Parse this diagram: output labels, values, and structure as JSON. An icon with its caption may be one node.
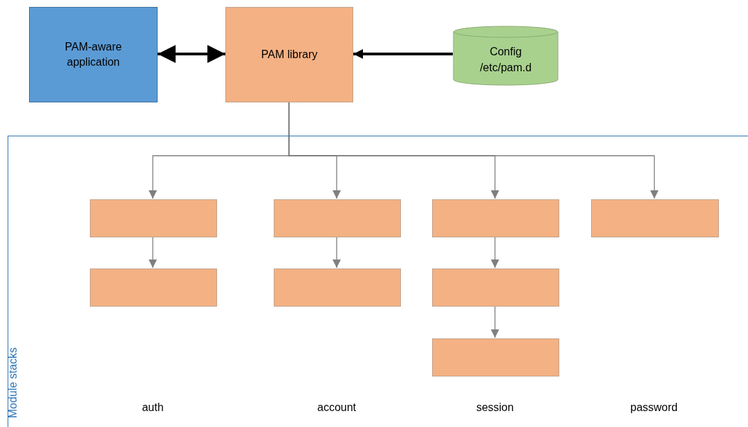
{
  "diagram": {
    "nodes": [
      {
        "text": [
          "PAM-aware application"
        ]
      },
      {
        "text": [
          "PAM library"
        ]
      },
      {
        "text": [
          "Config /etc/pam.d"
        ]
      },
      {
        "text": [
          "Module stacks"
        ]
      },
      {
        "text": [],
        "shape": "box",
        "in": 3
      },
      {
        "text": [],
        "shape": "box",
        "in": 3
      },
      {
        "text": [],
        "shape": "box",
        "in": 3
      },
      {
        "text": [],
        "shape": "box",
        "in": 3
      },
      {
        "text": [],
        "shape": "box",
        "in": 3
      },
      {
        "text": [],
        "shape": "box",
        "in": 3
      },
      {
        "text": [],
        "shape": "box",
        "in": 3
      },
      {
        "text": [],
        "shape": "box",
        "in": 3
      }
    ],
    "edges": [
      {
        "from": 0,
        "to": 1,
        "arrow": "both",
        "style": "thick",
        "color": "#000000"
      },
      {
        "from": 2,
        "to": 1,
        "arrow": "to",
        "style": "thick",
        "color": "#000000"
      },
      {
        "from": 1,
        "to": 4,
        "arrow": "to"
      },
      {
        "from": 1,
        "to": 6,
        "arrow": "to"
      },
      {
        "from": 1,
        "to": 8,
        "arrow": "to"
      },
      {
        "from": 1,
        "to": 11,
        "arrow": "to"
      },
      {
        "from": 4,
        "to": 5,
        "arrow": "to"
      },
      {
        "from": 6,
        "to": 7,
        "arrow": "to"
      },
      {
        "from": 8,
        "to": 9,
        "arrow": "to"
      },
      {
        "from": 9,
        "to": 10,
        "arrow": "to"
      }
    ],
    "labels": [
      "auth",
      "account",
      "session",
      "password"
    ]
  }
}
